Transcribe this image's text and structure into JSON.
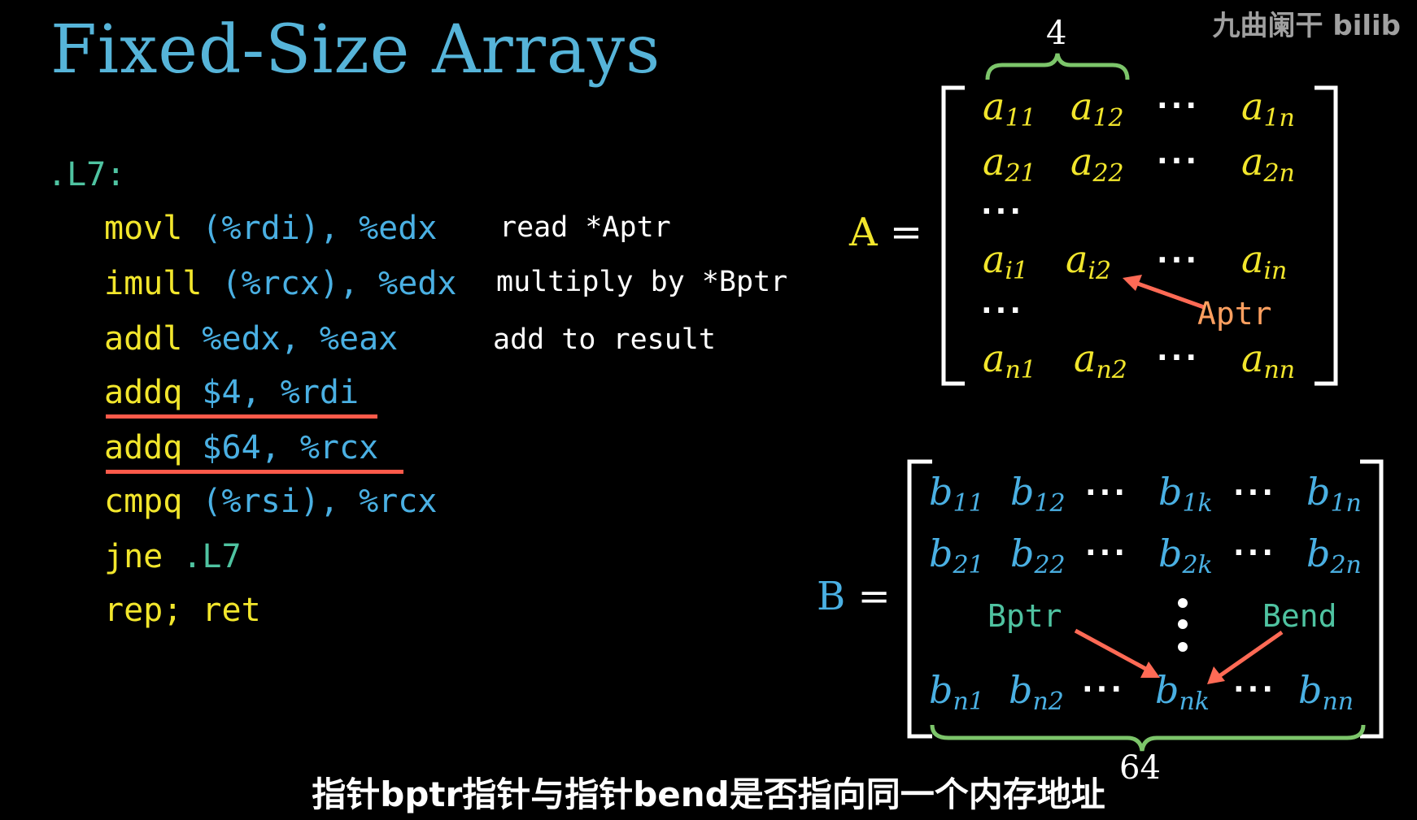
{
  "title": "Fixed-Size Arrays",
  "watermark": "九曲阑干 bilib",
  "code": {
    "label": ".L7:",
    "lines": [
      {
        "op": "movl",
        "args": "(%rdi), %edx",
        "comment": "read *Aptr"
      },
      {
        "op": "imull",
        "args": "(%rcx), %edx",
        "comment": "multiply by *Bptr"
      },
      {
        "op": "addl",
        "args": "%edx, %eax",
        "comment": "add to result"
      },
      {
        "op": "addq",
        "args": "$4, %rdi",
        "comment": ""
      },
      {
        "op": "addq",
        "args": "$64, %rcx",
        "comment": ""
      },
      {
        "op": "cmpq",
        "args": "(%rsi), %rcx",
        "comment": ""
      },
      {
        "op": "jne",
        "args": ".L7",
        "comment": ""
      },
      {
        "op": "rep; ret",
        "args": "",
        "comment": ""
      }
    ]
  },
  "matrixA": {
    "label": "A =",
    "brace_label": "4",
    "pointer_label": "Aptr",
    "cells": {
      "r1": [
        "a",
        "11",
        "a",
        "12",
        "a",
        "1n"
      ],
      "r2": [
        "a",
        "21",
        "a",
        "22",
        "a",
        "2n"
      ],
      "ri": [
        "a",
        "i1",
        "a",
        "i2",
        "a",
        "in"
      ],
      "rn": [
        "a",
        "n1",
        "a",
        "n2",
        "a",
        "nn"
      ]
    }
  },
  "matrixB": {
    "label": "B =",
    "brace_label": "64",
    "pointer_label_start": "Bptr",
    "pointer_label_end": "Bend",
    "cells": {
      "r1": [
        "b",
        "11",
        "b",
        "12",
        "b",
        "1k",
        "b",
        "1n"
      ],
      "r2": [
        "b",
        "21",
        "b",
        "22",
        "b",
        "2k",
        "b",
        "2n"
      ],
      "rn": [
        "b",
        "n1",
        "b",
        "n2",
        "b",
        "nk",
        "b",
        "nn"
      ]
    }
  },
  "subtitle": "指针bptr指针与指针bend是否指向同一个内存地址",
  "colors": {
    "title": "#56b4d9",
    "opcode": "#f2e62c",
    "register": "#4ab0e3",
    "label": "#4fc3a1",
    "underline": "#ff5a4a",
    "arrow": "#ff6a55",
    "brace": "#7cc56a",
    "aptr": "#ffa060"
  }
}
